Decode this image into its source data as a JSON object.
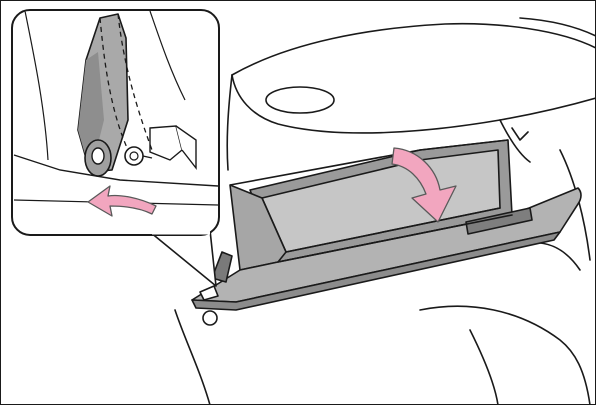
{
  "figure": {
    "subject": "glove-box-removal-illustration",
    "main_arrow_direction": "down",
    "inset_arrow_direction": "left",
    "colors": {
      "outline": "#1a1a1a",
      "panel_fill": "#ffffff",
      "glovebox_fill": "#b9b9b9",
      "glovebox_shadow": "#8f8f8f",
      "arrow_fill": "#f2a6bf",
      "arrow_stroke": "#5a5a5a",
      "damper_fill": "#a9a9a9"
    }
  }
}
